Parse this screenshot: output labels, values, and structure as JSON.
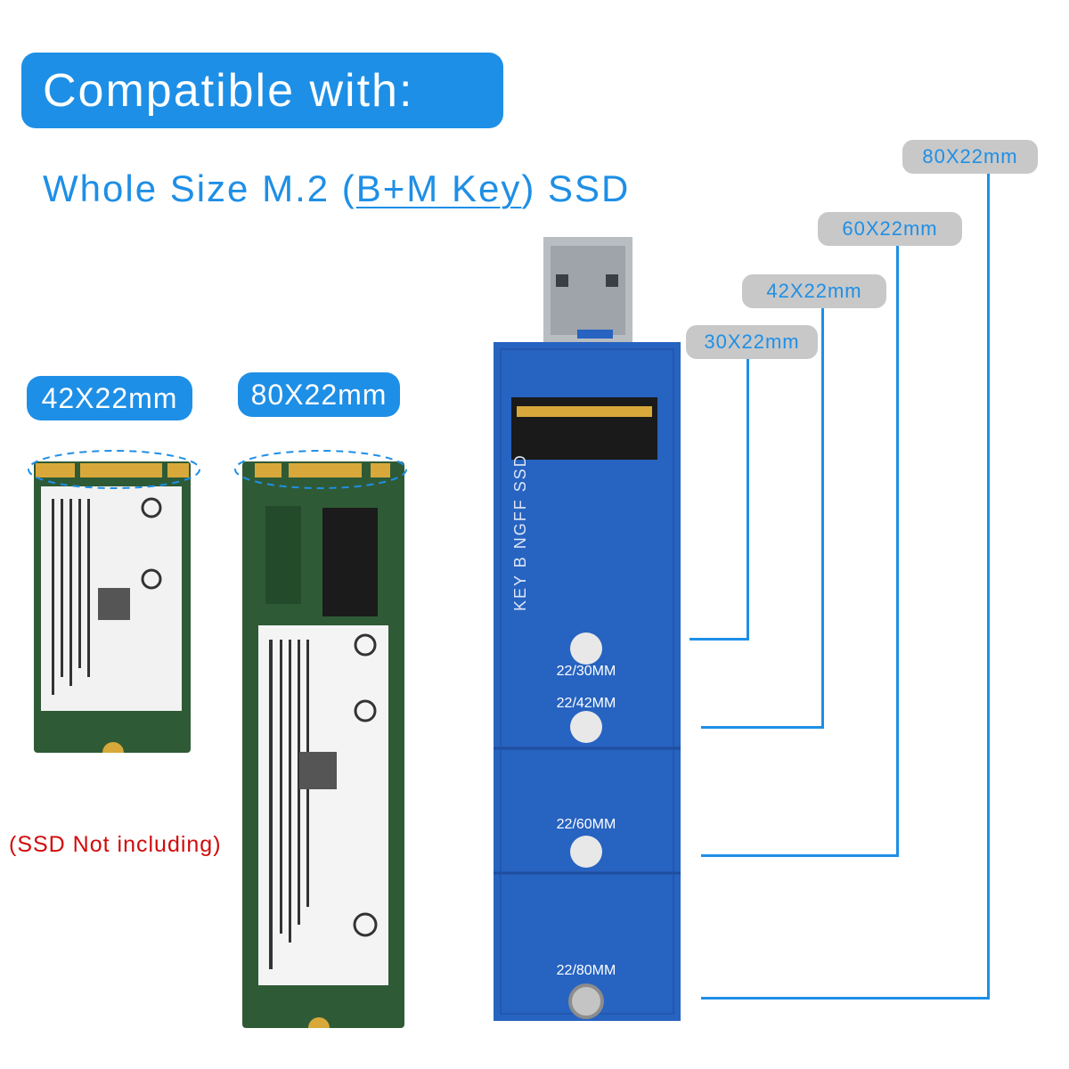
{
  "header": {
    "title": "Compatible with:"
  },
  "subtitle": {
    "prefix": "Whole Size M.2 (",
    "key": "B+M Key",
    "suffix": ") SSD"
  },
  "ssd_labels": {
    "small": "42X22mm",
    "large": "80X22mm"
  },
  "size_labels": [
    "80X22mm",
    "60X22mm",
    "42X22mm",
    "30X22mm"
  ],
  "note": "(SSD Not including)",
  "adapter": {
    "connector_label": "KEY B NGFF SSD",
    "mount_labels": [
      "22/30MM",
      "22/42MM",
      "22/60MM",
      "22/80MM"
    ]
  },
  "colors": {
    "accent": "#1e8fe6",
    "pcb_blue": "#2763c0",
    "ssd_green": "#2f5a36",
    "warning_red": "#d10a0a"
  }
}
